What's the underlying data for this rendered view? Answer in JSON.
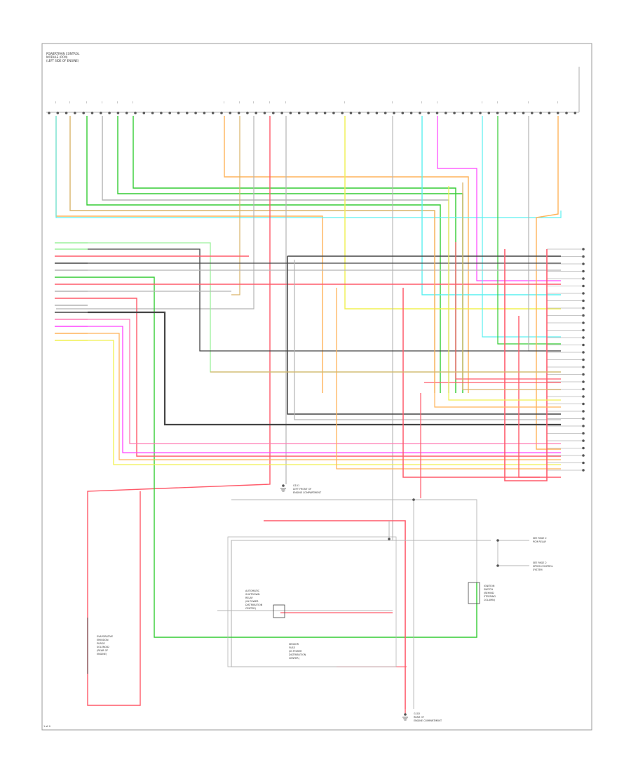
{
  "colors": {
    "background": "#ffffff",
    "frame": "#9a9a9a",
    "red": "#ff5a6a",
    "pink": "#ff7ab4",
    "magenta": "#ff44ff",
    "orange": "#ffb45a",
    "tan": "#d9b46a",
    "yellow": "#f0f050",
    "green": "#33cc33",
    "light_green": "#9cf09c",
    "cyan": "#5af0f0",
    "dark": "#444444",
    "gray": "#b4b4b4",
    "violet": "#d47aff"
  },
  "icons": [
    "ground-icon",
    "connector-node-icon",
    "relay-module-icon"
  ],
  "texts": {
    "header": [
      "POWERTRAIN CONTROL",
      "MODULE (PCM)",
      "(LEFT SIDE OF ENGINE)"
    ],
    "ground_top": [
      "G101",
      "LEFT FRONT OF",
      "ENGINE COMPARTMENT"
    ],
    "ground_bottom": [
      "G102",
      "REAR OF",
      "ENGINE COMPARTMENT"
    ],
    "right_splice_1": [
      "SEE PAGE 2",
      "PCM RELAY"
    ],
    "right_splice_2": [
      "SEE PAGE 2",
      "SPEED CONTROL",
      "SYSTEM"
    ],
    "module_center": [
      "AUTOMATIC",
      "SHUTDOWN",
      "RELAY",
      "(IN POWER",
      "DISTRIBUTION",
      "CENTER)"
    ],
    "module_right": [
      "IGNITION",
      "SWITCH",
      "(BEHIND",
      "STEERING",
      "COLUMN)"
    ],
    "module_bottom": [
      "SENSOR",
      "FUSE",
      "(IN POWER",
      "DISTRIBUTION",
      "CENTER)"
    ],
    "module_left": [
      "EVAPORATIVE",
      "EMISSION",
      "PURGE",
      "SOLENOID",
      "(REAR OF",
      "ENGINE)"
    ],
    "footer": "1 of 4"
  }
}
